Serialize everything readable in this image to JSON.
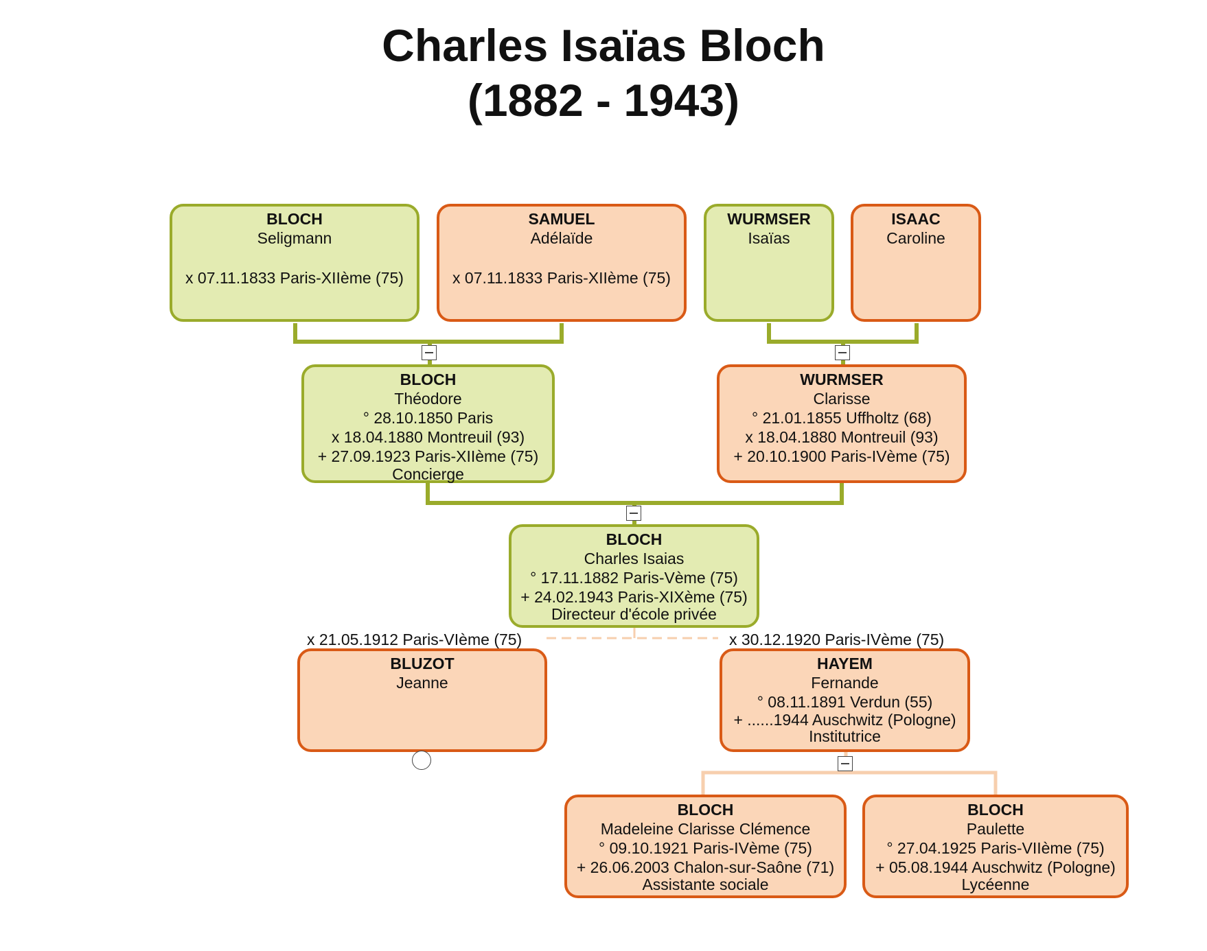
{
  "title": {
    "line1": "Charles Isaïas Bloch",
    "line2": "(1882 - 1943)"
  },
  "colors": {
    "male_fill": "#e3ebb2",
    "male_border": "#9aab2b",
    "female_fill": "#fbd6b8",
    "female_border": "#d95a16",
    "connector_light": "#f7cfae"
  },
  "persons": {
    "seligmann": {
      "surname": "BLOCH",
      "given": "Seligmann",
      "marriage": "x 07.11.1833 Paris-XIIème (75)"
    },
    "adelaide": {
      "surname": "SAMUEL",
      "given": "Adélaïde",
      "marriage": "x 07.11.1833 Paris-XIIème (75)"
    },
    "isaias": {
      "surname": "WURMSER",
      "given": "Isaïas"
    },
    "caroline": {
      "surname": "ISAAC",
      "given": "Caroline"
    },
    "theodore": {
      "surname": "BLOCH",
      "given": "Théodore",
      "birth": "° 28.10.1850 Paris",
      "marriage": "x 18.04.1880 Montreuil (93)",
      "death": "+ 27.09.1923 Paris-XIIème (75)",
      "occupation": "Concierge"
    },
    "clarisse": {
      "surname": "WURMSER",
      "given": "Clarisse",
      "birth": "° 21.01.1855 Uffholtz (68)",
      "marriage": "x 18.04.1880 Montreuil (93)",
      "death": "+ 20.10.1900 Paris-IVème (75)"
    },
    "charles": {
      "surname": "BLOCH",
      "given": "Charles Isaias",
      "birth": "° 17.11.1882 Paris-Vème (75)",
      "death": "+ 24.02.1943 Paris-XIXème (75)",
      "occupation": "Directeur d'école privée"
    },
    "jeanne": {
      "surname": "BLUZOT",
      "given": "Jeanne"
    },
    "fernande": {
      "surname": "HAYEM",
      "given": "Fernande",
      "birth": "° 08.11.1891 Verdun (55)",
      "death": "+ ......1944 Auschwitz (Pologne)",
      "occupation": "Institutrice"
    },
    "madeleine": {
      "surname": "BLOCH",
      "given": "Madeleine Clarisse Clémence",
      "birth": "° 09.10.1921 Paris-IVème (75)",
      "death": "+ 26.06.2003 Chalon-sur-Saône (71)",
      "occupation": "Assistante sociale"
    },
    "paulette": {
      "surname": "BLOCH",
      "given": "Paulette",
      "birth": "° 27.04.1925 Paris-VIIème (75)",
      "death": "+ 05.08.1944 Auschwitz (Pologne)",
      "occupation": "Lycéenne"
    }
  },
  "marriages": {
    "first": "x 21.05.1912 Paris-VIème (75)",
    "second": "x 30.12.1920 Paris-IVème (75)"
  }
}
